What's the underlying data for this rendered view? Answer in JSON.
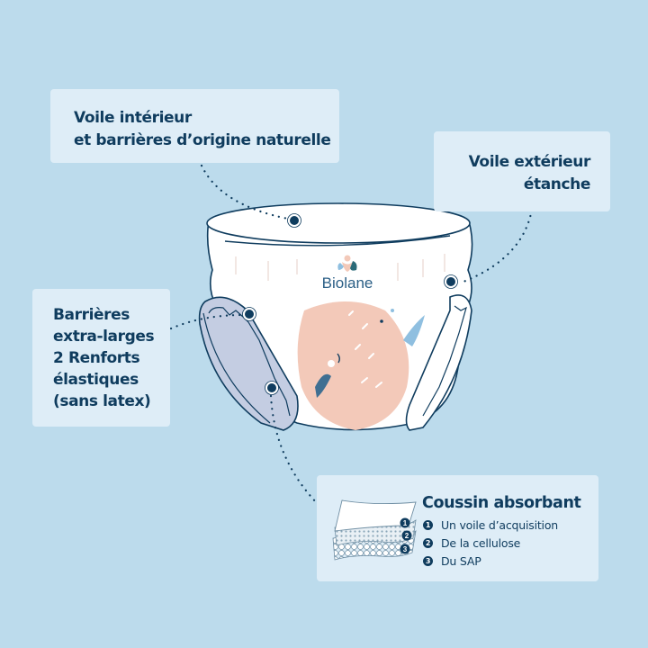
{
  "colors": {
    "background": "#bcdbec",
    "box": "#deedf7",
    "text": "#0f3c5e",
    "accent_pink": "#f3c9b9",
    "accent_lavender": "#c4cde2",
    "accent_blue": "#8fbfe0"
  },
  "callouts": {
    "inner_veil": {
      "lines": [
        "Voile intérieur",
        "et barrières d’origine naturelle"
      ]
    },
    "outer_veil": {
      "lines": [
        "Voile extérieur",
        "étanche"
      ]
    },
    "barriers": {
      "lines": [
        "Barrières",
        "extra-larges",
        "2 Renforts",
        "élastiques",
        "(sans latex)"
      ]
    },
    "absorbent_pad": {
      "title": "Coussin absorbant",
      "items": [
        {
          "num": "1",
          "label": "Un voile d’acquisition"
        },
        {
          "num": "2",
          "label": "De la cellulose"
        },
        {
          "num": "3",
          "label": "Du SAP"
        }
      ]
    }
  },
  "product": {
    "brand": "Biolane",
    "icon": "diaper-pants-illustration",
    "logo_icon": "biolane-baby-leaf-logo",
    "layers_icon": "absorbent-layers-illustration"
  }
}
